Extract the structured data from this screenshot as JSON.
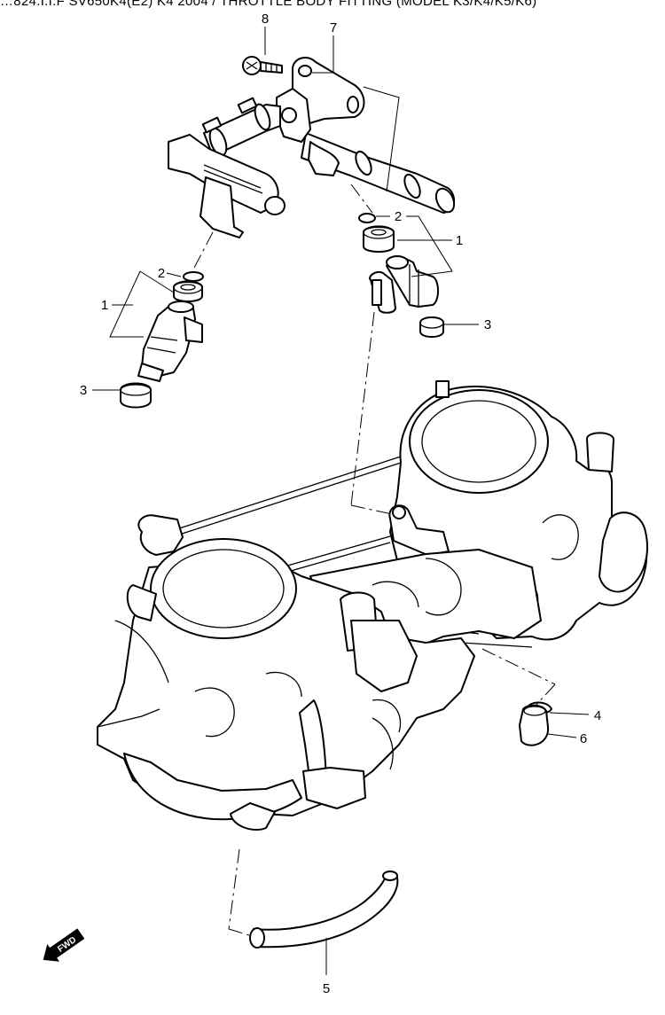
{
  "header": {
    "text": "…824.I.I.F  SV650K4(E2) K4 2004 / THROTTLE BODY FITTING (MODEL K3/K4/K5/K6)"
  },
  "callouts": {
    "c8": "8",
    "c7": "7",
    "c2_upper": "2",
    "c1_upper": "1",
    "c3_right": "3",
    "c2_left": "2",
    "c1_left": "1",
    "c3_left": "3",
    "c4": "4",
    "c6": "6",
    "c5": "5"
  },
  "fwd_badge": {
    "label": "FWD"
  },
  "colors": {
    "line": "#000000",
    "background": "#ffffff"
  }
}
